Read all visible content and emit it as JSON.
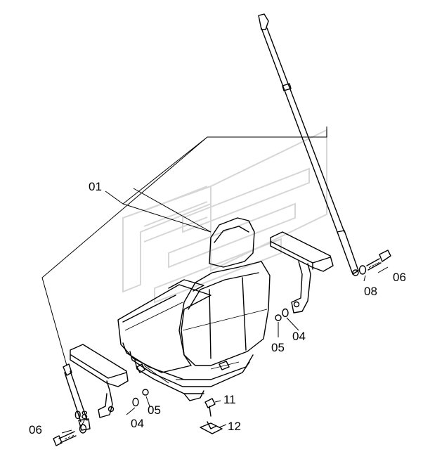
{
  "labels": {
    "p01": "01",
    "p04a": "04",
    "p04b": "04",
    "p05a": "05",
    "p05b": "05",
    "p06a": "06",
    "p06b": "06",
    "p08a": "08",
    "p08b": "08",
    "p11": "11",
    "p12": "12"
  },
  "colors": {
    "line": "#000000",
    "watermark": "#d6d6d6",
    "background": "#ffffff"
  },
  "icons": {
    "watermark": "brand-chevron-logo-watermark"
  }
}
